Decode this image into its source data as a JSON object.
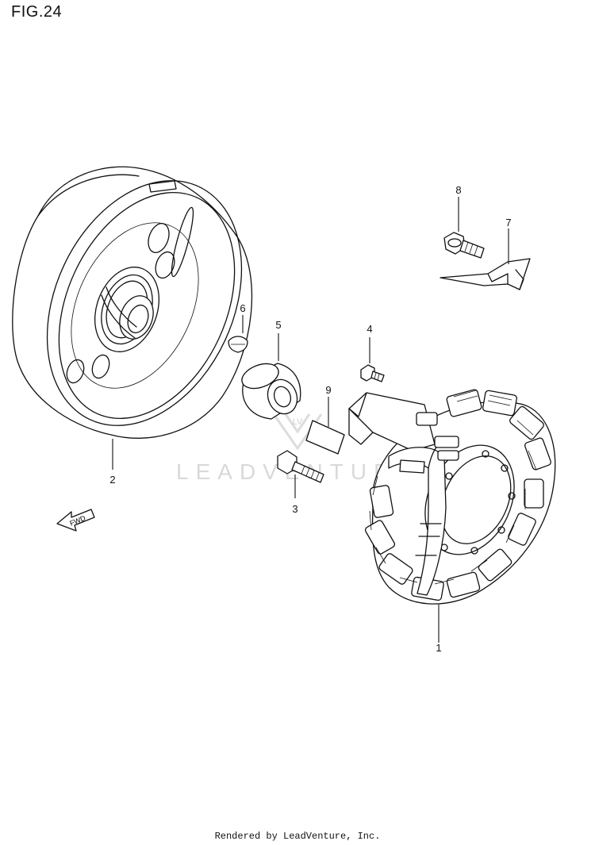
{
  "figure": {
    "title": "FIG.24"
  },
  "watermark": {
    "text": "LEADVENTURE",
    "monogram": "LV"
  },
  "direction_arrow": {
    "label": "FWD"
  },
  "callouts": {
    "c1": "1",
    "c2": "2",
    "c3": "3",
    "c4": "4",
    "c5": "5",
    "c6": "6",
    "c7": "7",
    "c8": "8",
    "c9": "9"
  },
  "footer": {
    "text": "Rendered by LeadVenture, Inc."
  }
}
